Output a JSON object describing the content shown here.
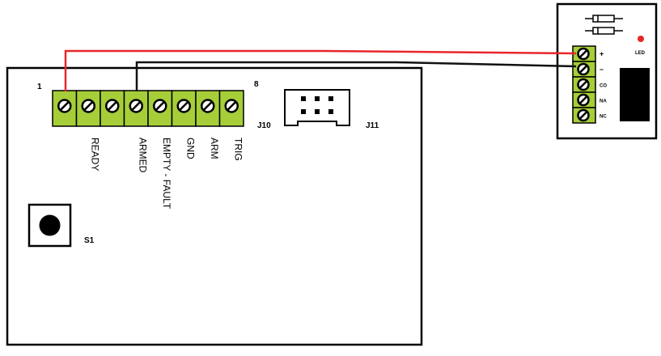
{
  "main_board": {
    "pin_first": "1",
    "pin_last": "8",
    "connector_j10": "J10",
    "connector_j11": "J11",
    "switch_label": "S1",
    "terminal_labels": [
      "",
      "READY",
      "",
      "ARMED",
      "EMPTY - FAULT",
      "GND",
      "ARM",
      "TRIG"
    ]
  },
  "relay_module": {
    "led_label": "LED",
    "terminal_labels": [
      "+",
      "–",
      "CO",
      "NA",
      "NC"
    ]
  },
  "colors": {
    "positive_wire": "#e8262a",
    "negative_wire": "#111111",
    "terminal_green": "#a6ce39",
    "led_red": "#e8262a",
    "outline": "#000000"
  },
  "icons": {
    "screw": "screw-terminal-icon",
    "button": "push-button-icon",
    "diode": "diode-icon",
    "led": "led-icon"
  }
}
